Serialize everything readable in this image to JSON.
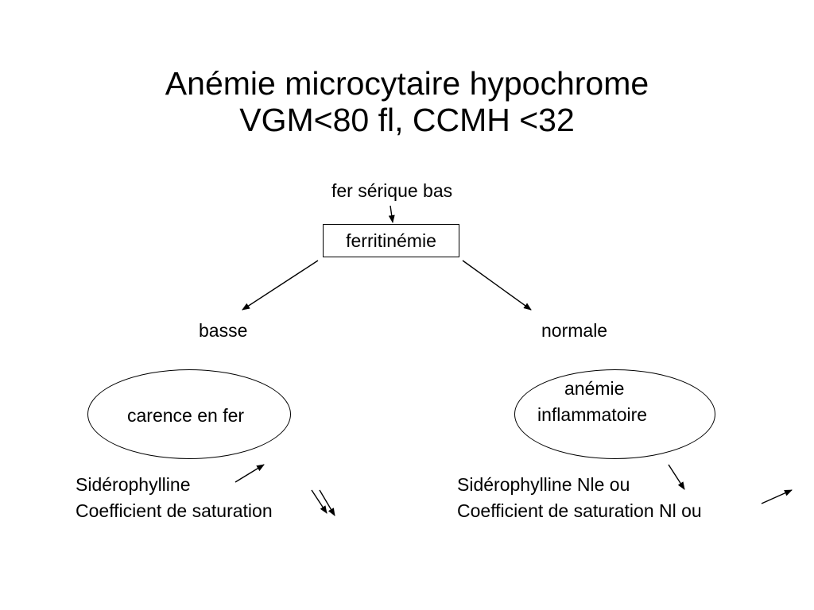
{
  "title": {
    "line1": "Anémie microcytaire hypochrome",
    "line2": "VGM<80 fl, CCMH <32"
  },
  "diagram": {
    "top_label": "fer sérique bas",
    "center_box": "ferritinémie",
    "left_branch": "basse",
    "right_branch": "normale",
    "left_ellipse": "carence en fer",
    "right_ellipse_line1": "anémie",
    "right_ellipse_line2": "inflammatoire"
  },
  "notes": {
    "left_line1": "Sidérophylline",
    "left_line2": "Coefficient de saturation",
    "right_line1": "Sidérophylline Nle ou",
    "right_line2": "Coefficient de saturation Nl ou"
  }
}
